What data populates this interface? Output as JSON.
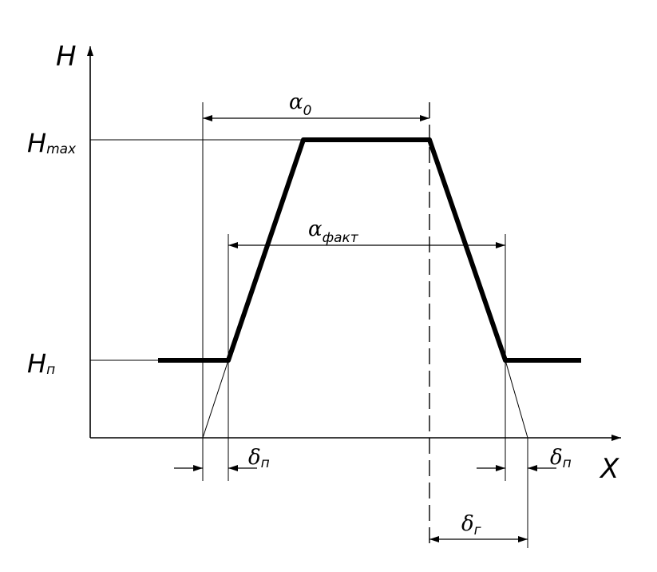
{
  "axes": {
    "y_label": "H",
    "x_label": "X"
  },
  "levels": {
    "top": {
      "main": "H",
      "sub": "max"
    },
    "base": {
      "main": "H",
      "sub": "п"
    }
  },
  "dimensions": {
    "alpha_zero": {
      "symbol": "α",
      "sub": "0"
    },
    "alpha_fact": {
      "symbol": "α",
      "sub": "факт"
    },
    "delta_left": {
      "symbol": "δ",
      "sub": "п"
    },
    "delta_right": {
      "symbol": "δ",
      "sub": "п"
    },
    "delta_g": {
      "symbol": "δ",
      "sub": "г"
    }
  }
}
